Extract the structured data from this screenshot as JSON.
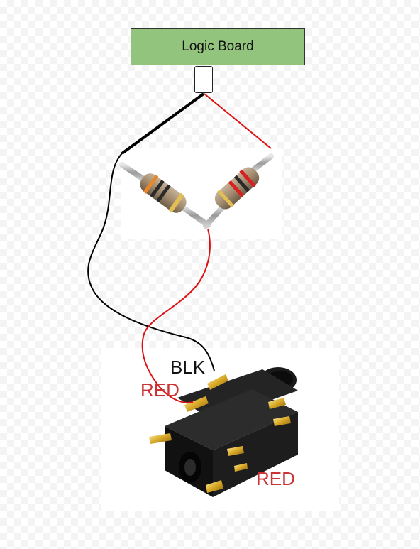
{
  "board": {
    "label": "Logic Board"
  },
  "labels": {
    "blk": "BLK",
    "red_upper": "RED",
    "red_lower": "RED"
  },
  "colors": {
    "board_fill": "#93c47d",
    "red_wire": "#dd1111",
    "black_wire": "#000000",
    "red_text": "#cc3333"
  }
}
